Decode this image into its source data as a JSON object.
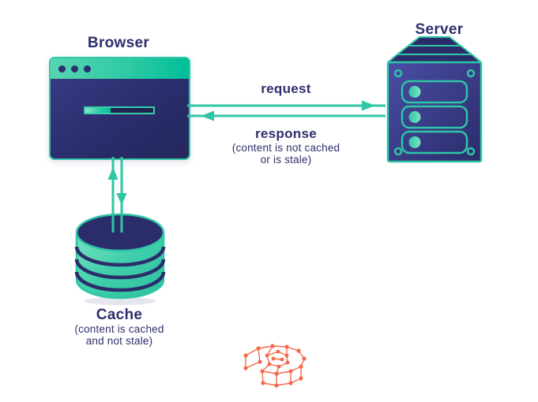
{
  "diagram": {
    "kind": "http-cache-flow",
    "nodes": {
      "browser": {
        "label": "Browser"
      },
      "server": {
        "label": "Server"
      },
      "cache": {
        "label": "Cache",
        "note": [
          "(content is cached",
          "and not stale)"
        ]
      }
    },
    "flows": {
      "request": {
        "label": "request",
        "direction": "browser-to-server"
      },
      "response": {
        "label": "response",
        "direction": "server-to-browser",
        "note": [
          "(content is not cached",
          "or is stale)"
        ]
      },
      "cache_lookup": {
        "direction": "bidirectional-browser-cache"
      }
    },
    "icons": {
      "browser_window": "browser-window-icon",
      "server_tower": "server-icon",
      "cache_database": "database-cylinder-icon",
      "network_graph": "network-graph-icon"
    },
    "colors": {
      "navy": "#2d2f6e",
      "teal": "#2ec6a5",
      "teal_light": "#57d5b1",
      "teal_dark": "#00bf97",
      "purple_face": "#45479c",
      "orange": "#f4694b",
      "background": "#ffffff"
    }
  }
}
